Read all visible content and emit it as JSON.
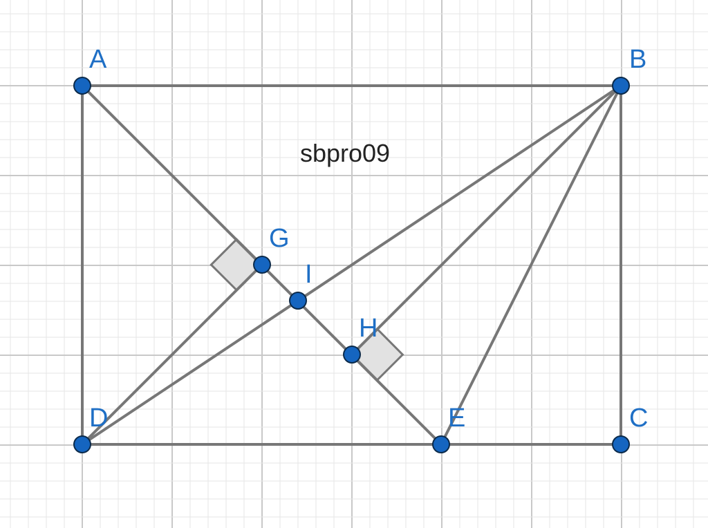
{
  "caption": "sbpro09",
  "colors": {
    "point_fill": "#1565c0",
    "point_stroke": "#0b2a4a",
    "label": "#1f6fc5",
    "segment": "#777777",
    "grid_major": "#c8c8c8",
    "grid_minor": "#e6e6e6",
    "angle_fill": "#e2e2e2"
  },
  "points": [
    {
      "name": "A"
    },
    {
      "name": "B"
    },
    {
      "name": "C"
    },
    {
      "name": "D"
    },
    {
      "name": "E"
    },
    {
      "name": "G"
    },
    {
      "name": "H"
    },
    {
      "name": "I"
    }
  ],
  "segments": [
    [
      "A",
      "B"
    ],
    [
      "B",
      "C"
    ],
    [
      "C",
      "D"
    ],
    [
      "D",
      "A"
    ],
    [
      "A",
      "E"
    ],
    [
      "B",
      "D"
    ],
    [
      "B",
      "E"
    ],
    [
      "D",
      "G"
    ],
    [
      "B",
      "H"
    ]
  ],
  "right_angles": [
    "G",
    "H"
  ]
}
